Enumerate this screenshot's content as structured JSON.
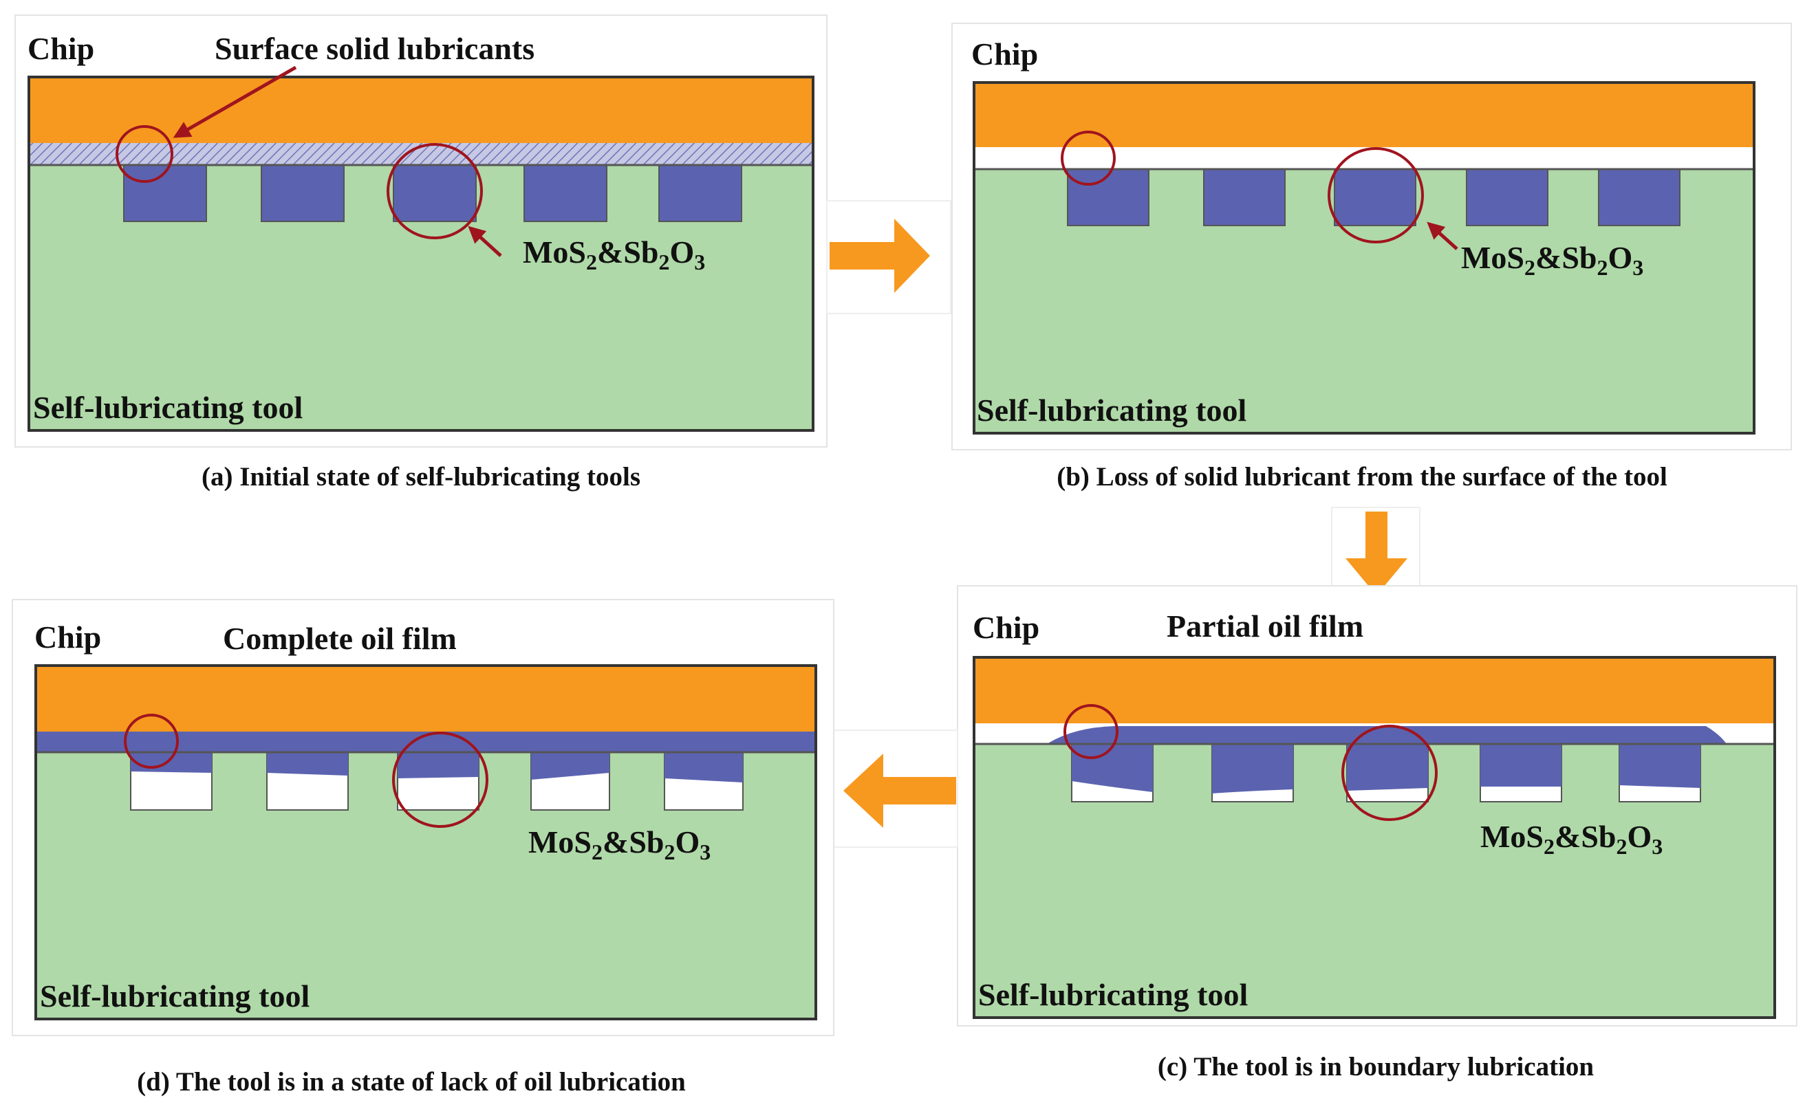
{
  "panels": {
    "a": {
      "chip_label": "Chip",
      "tool_label": "Self-lubricating tool",
      "annotation": "Surface solid lubricants",
      "lubricant_formula": {
        "base1": "MoS",
        "sub1": "2",
        "amp": "&",
        "base2": "Sb",
        "sub2": "2",
        "base3": "O",
        "sub3": "3"
      },
      "caption": "(a) Initial state of self-lubricating tools"
    },
    "b": {
      "chip_label": "Chip",
      "tool_label": "Self-lubricating tool",
      "lubricant_formula": {
        "base1": "MoS",
        "sub1": "2",
        "amp": "&",
        "base2": "Sb",
        "sub2": "2",
        "base3": "O",
        "sub3": "3"
      },
      "caption": "(b) Loss of solid lubricant from the surface of the tool"
    },
    "c": {
      "chip_label": "Chip",
      "tool_label": "Self-lubricating tool",
      "annotation": "Partial oil film",
      "lubricant_formula": {
        "base1": "MoS",
        "sub1": "2",
        "amp": "&",
        "base2": "Sb",
        "sub2": "2",
        "base3": "O",
        "sub3": "3"
      },
      "caption": "(c) The tool is in boundary lubrication"
    },
    "d": {
      "chip_label": "Chip",
      "tool_label": "Self-lubricating tool",
      "annotation": "Complete oil film",
      "lubricant_formula": {
        "base1": "MoS",
        "sub1": "2",
        "amp": "&",
        "base2": "Sb",
        "sub2": "2",
        "base3": "O",
        "sub3": "3"
      },
      "caption": "(d) The tool is in a state of lack of oil lubrication"
    }
  },
  "colors": {
    "chip": "#f7991f",
    "tool": "#afd9a8",
    "lubricant": "#5b63b0",
    "arrow": "#f7991f",
    "highlight": "#a0141e"
  }
}
